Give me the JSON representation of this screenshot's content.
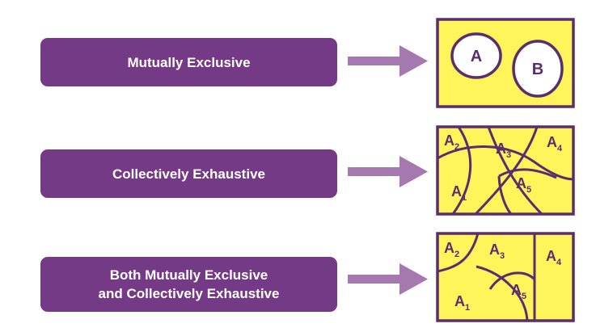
{
  "labels": {
    "mutually_exclusive": "Mutually Exclusive",
    "collectively_exhaustive": "Collectively Exhaustive",
    "both_line1": "Both Mutually Exclusive",
    "both_line2": "and Collectively Exhaustive"
  },
  "venn": {
    "set_a": "A",
    "set_b": "B"
  },
  "partition_letter": "A",
  "partition_subscripts": [
    "1",
    "2",
    "3",
    "4",
    "5"
  ],
  "colors": {
    "purple": "#753a86",
    "arrow": "#a578b0",
    "yellow": "#fff45a",
    "outline": "#5a2d6e"
  }
}
